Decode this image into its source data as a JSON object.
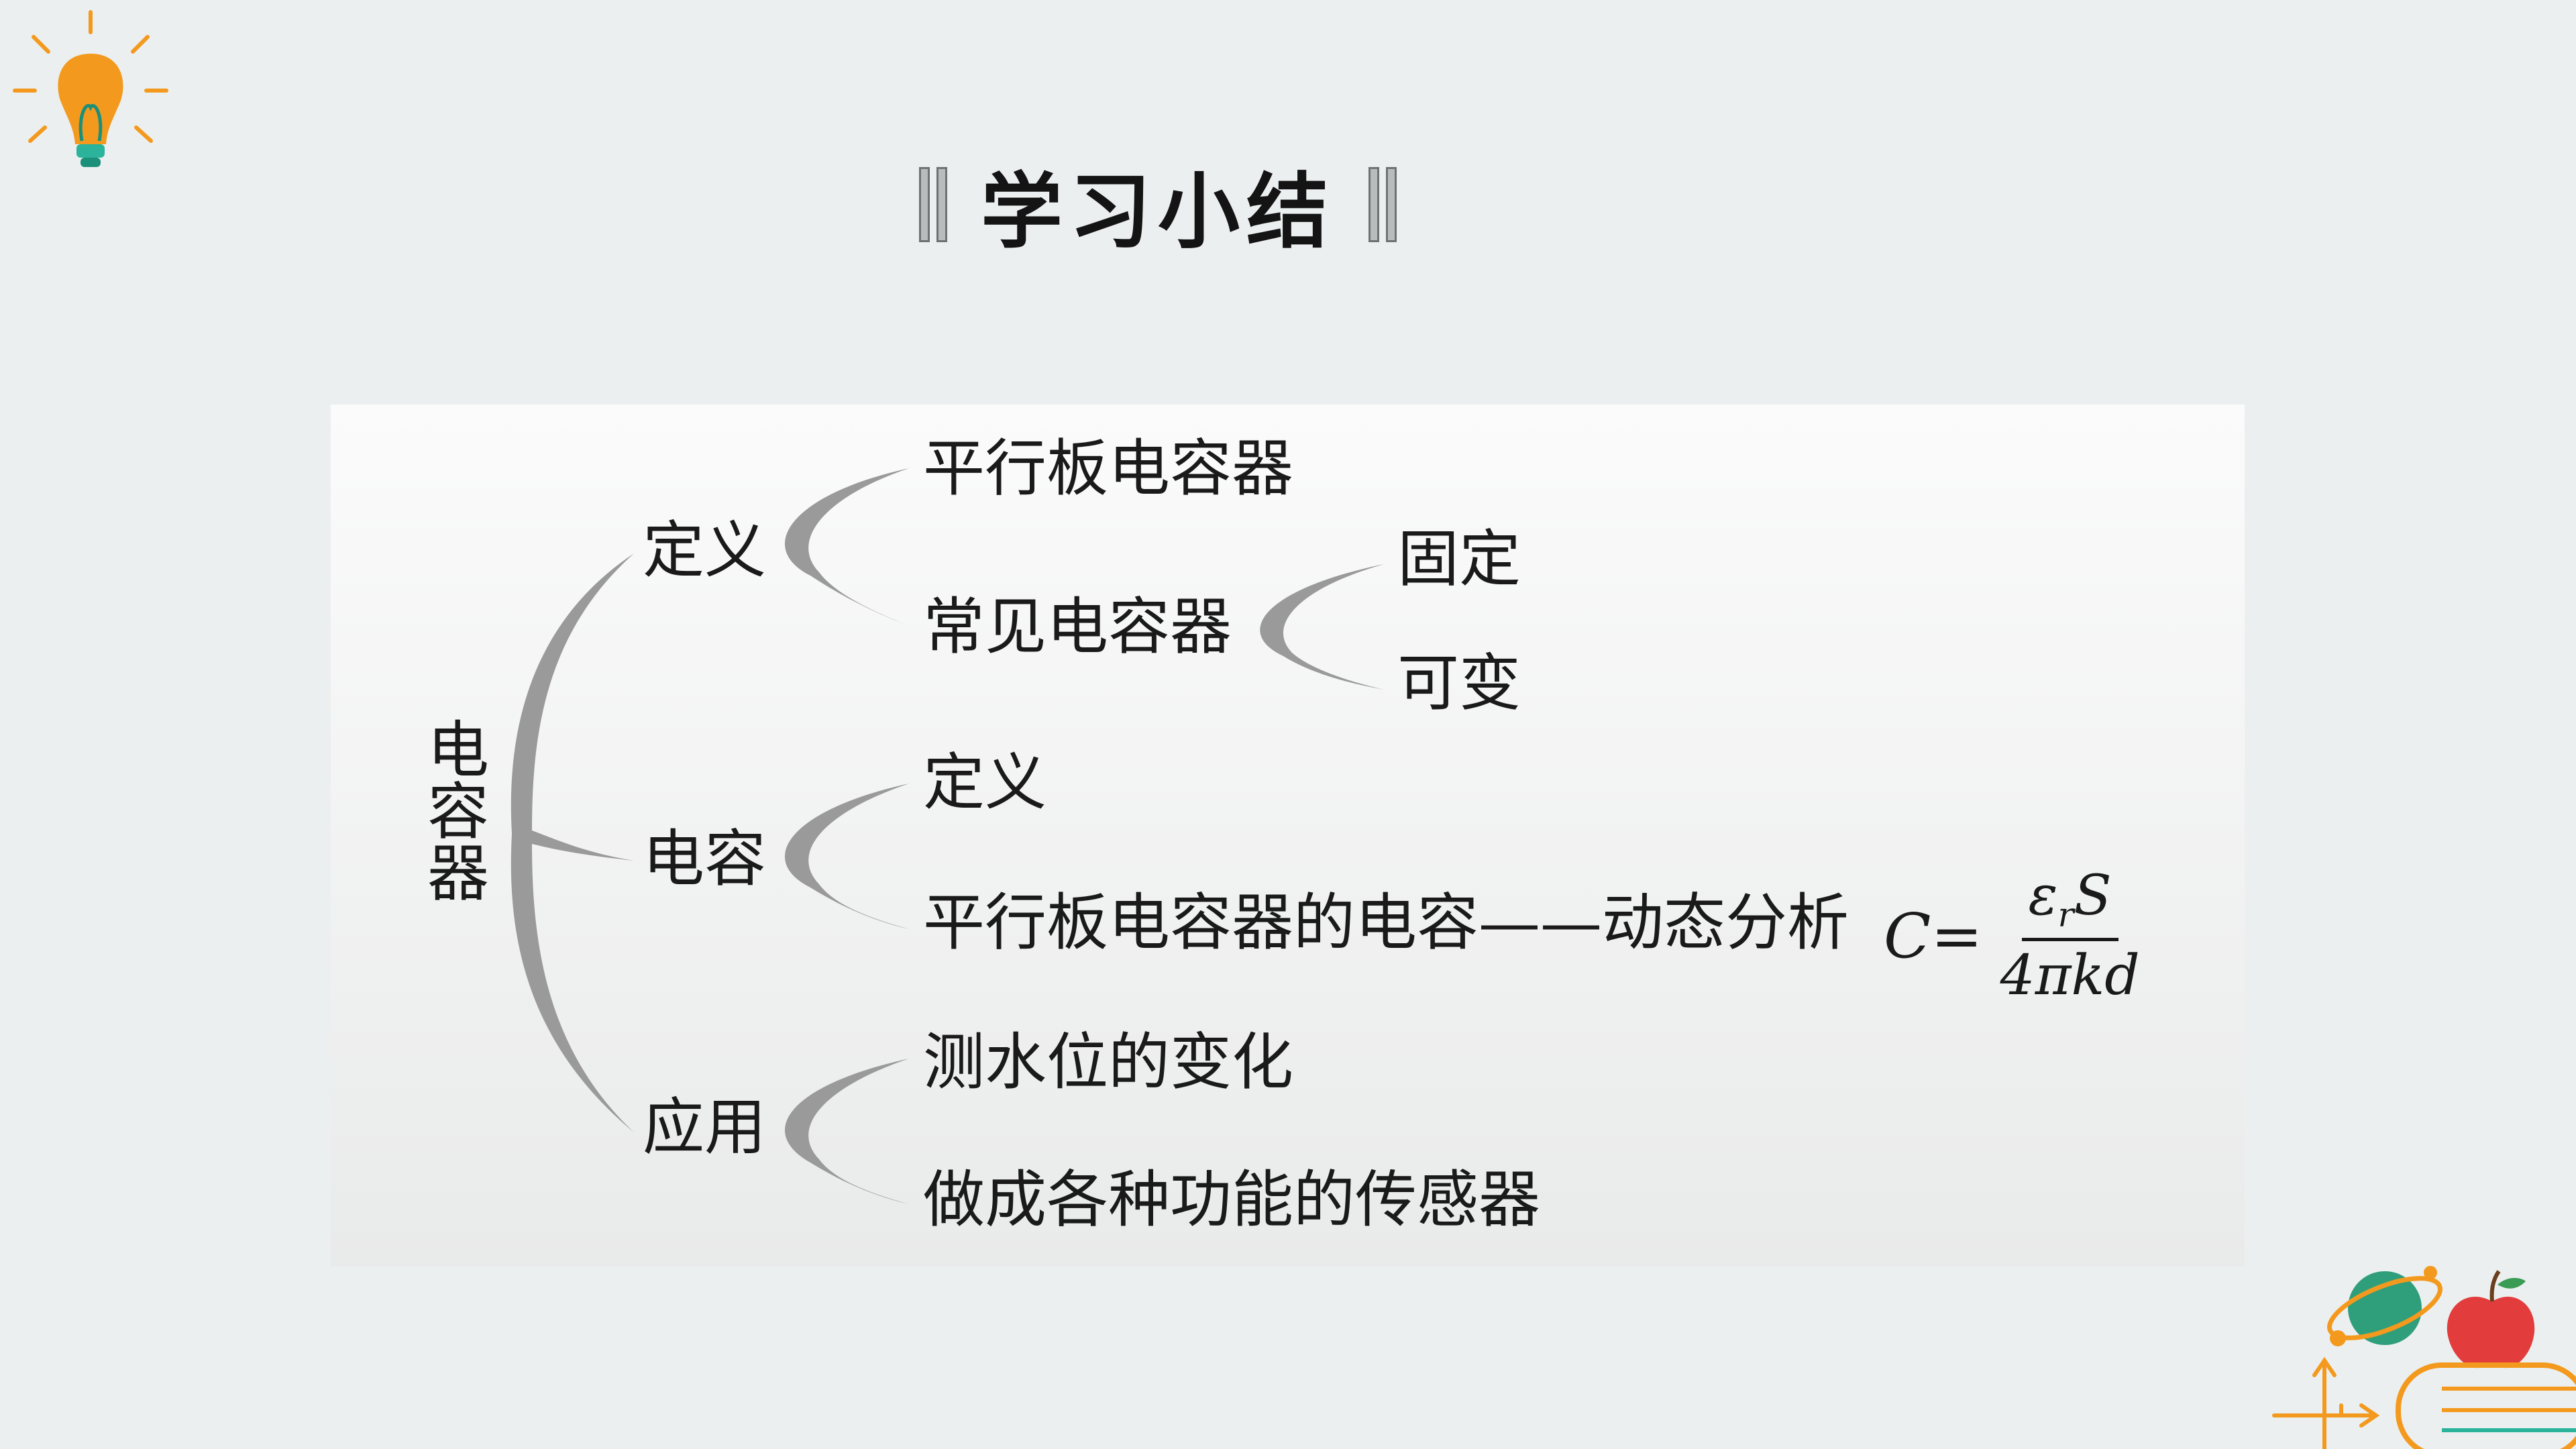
{
  "title": "学习小结",
  "root": "电容器",
  "branches": [
    {
      "label": "定义",
      "children": [
        "平行板电容器",
        "常见电容器"
      ],
      "sub": [
        "固定",
        "可变"
      ]
    },
    {
      "label": "电容",
      "children": [
        "定义",
        "平行板电容器的电容——动态分析"
      ]
    },
    {
      "label": "应用",
      "children": [
        "测水位的变化",
        "做成各种功能的传感器"
      ]
    }
  ],
  "formula": {
    "lhs": "C=",
    "numerator": "εrS",
    "numerator_main": "ε",
    "numerator_sub": "r",
    "numerator_tail": "S",
    "denominator": "4πkd"
  },
  "icons": [
    "lightbulb-icon",
    "planet-icon",
    "apple-icon",
    "book-icon",
    "compass-icon"
  ],
  "colors": {
    "background": "#eceff0",
    "brace": "#9a9a9a",
    "bulb": "#f39a1e",
    "planet": "#2f9e7a",
    "apple": "#e23c3c"
  }
}
